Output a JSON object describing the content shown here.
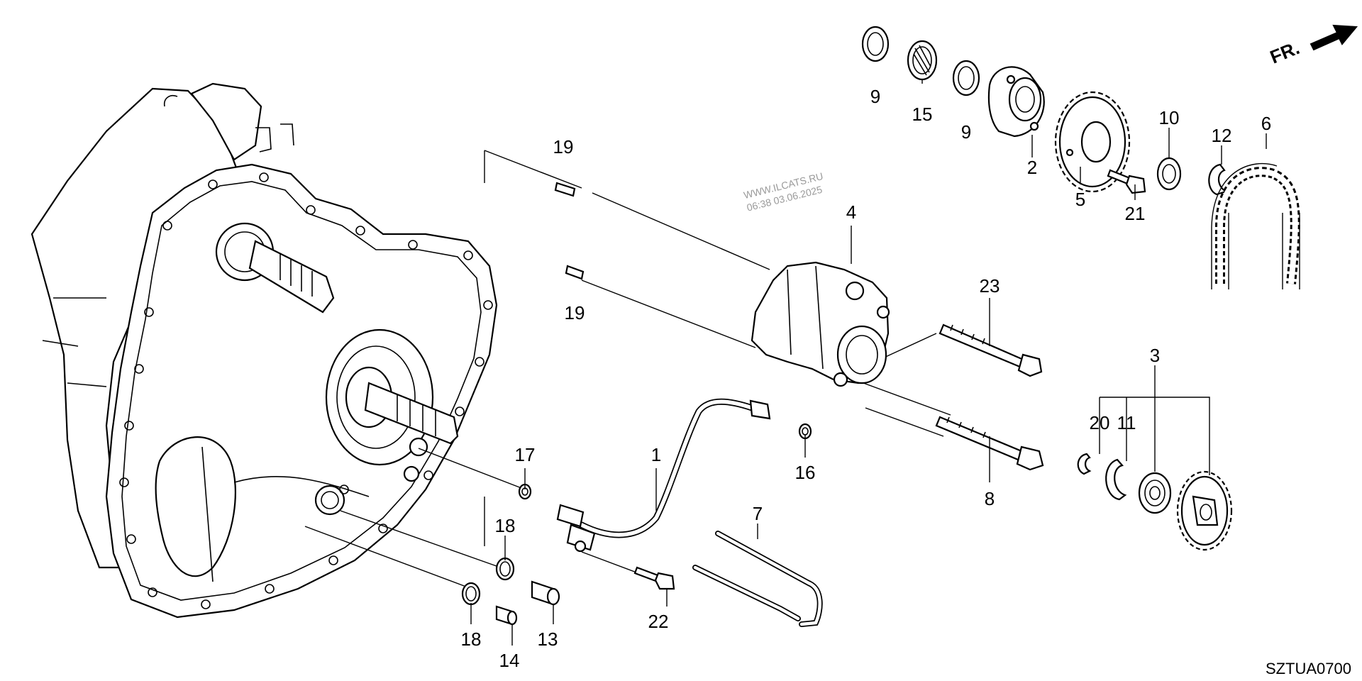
{
  "diagram_code": "SZTUA0700",
  "direction_label": "FR.",
  "watermark": {
    "line1": "WWW.ILCATS.RU",
    "line2": "06:38 03.06.2025"
  },
  "callouts": {
    "c1": "1",
    "c2": "2",
    "c3": "3",
    "c4": "4",
    "c5": "5",
    "c6": "6",
    "c7": "7",
    "c8": "8",
    "c9a": "9",
    "c9b": "9",
    "c10": "10",
    "c11": "11",
    "c12": "12",
    "c13": "13",
    "c14": "14",
    "c15": "15",
    "c16": "16",
    "c17": "17",
    "c18a": "18",
    "c18b": "18",
    "c19a": "19",
    "c19b": "19",
    "c20": "20",
    "c21": "21",
    "c22": "22",
    "c23": "23"
  }
}
